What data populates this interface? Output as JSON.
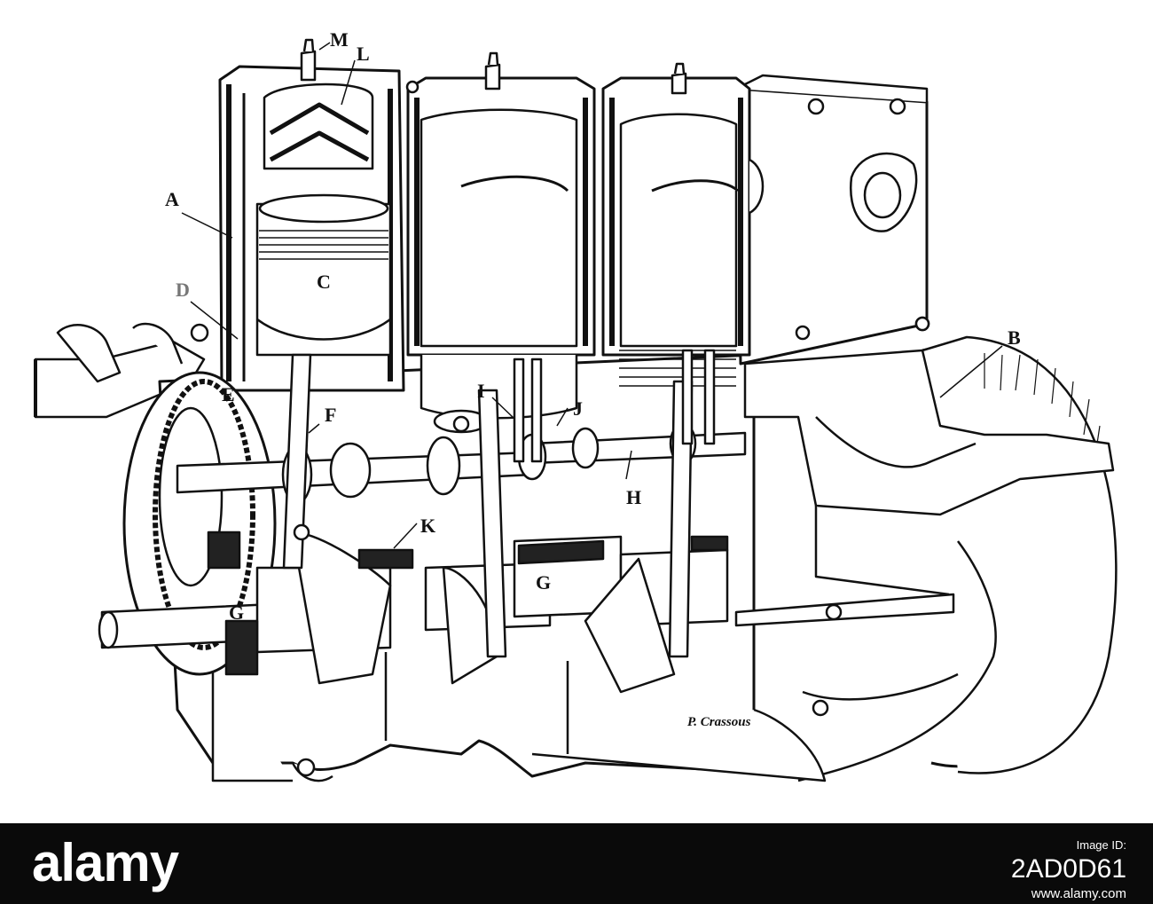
{
  "diagram": {
    "labels": {
      "A": "A",
      "B": "B",
      "C": "C",
      "D": "D",
      "E": "E",
      "F": "F",
      "G1": "G",
      "G2": "G",
      "H": "H",
      "I": "I",
      "J": "J",
      "K": "K",
      "L": "L",
      "M": "M"
    },
    "signature": "P. Crassous"
  },
  "watermark": {
    "logo": "alamy",
    "caption": "Image ID:",
    "image_id": "2AD0D61",
    "url": "www.alamy.com"
  }
}
